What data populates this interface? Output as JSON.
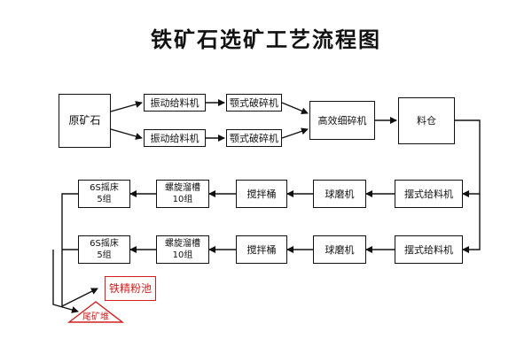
{
  "title": "铁矿石选矿工艺流程图",
  "nodes": {
    "raw_ore": "原矿石",
    "feeder_top": "振动给料机",
    "feeder_bottom": "振动给料机",
    "jaw_top": "颚式破碎机",
    "jaw_bottom": "颚式破碎机",
    "fine_crusher": "高效细碎机",
    "bin": "料仓",
    "swing_feeder_top": "摆式给料机",
    "swing_feeder_bottom": "摆式给料机",
    "ball_mill_top": "球磨机",
    "ball_mill_bottom": "球磨机",
    "mixer_top": "搅拌桶",
    "mixer_bottom": "搅拌桶",
    "spiral_top": {
      "line1": "螺旋溜槽",
      "line2": "10组"
    },
    "spiral_bottom": {
      "line1": "螺旋溜槽",
      "line2": "10组"
    },
    "shaker_top": {
      "line1": "6S摇床",
      "line2": "5组"
    },
    "shaker_bottom": {
      "line1": "6S摇床",
      "line2": "5组"
    },
    "concentrate_pool": "铁精粉池",
    "tailings": "尾矿堆"
  },
  "colors": {
    "line": "#111111",
    "output": "#d01f1f",
    "background": "#ffffff"
  }
}
